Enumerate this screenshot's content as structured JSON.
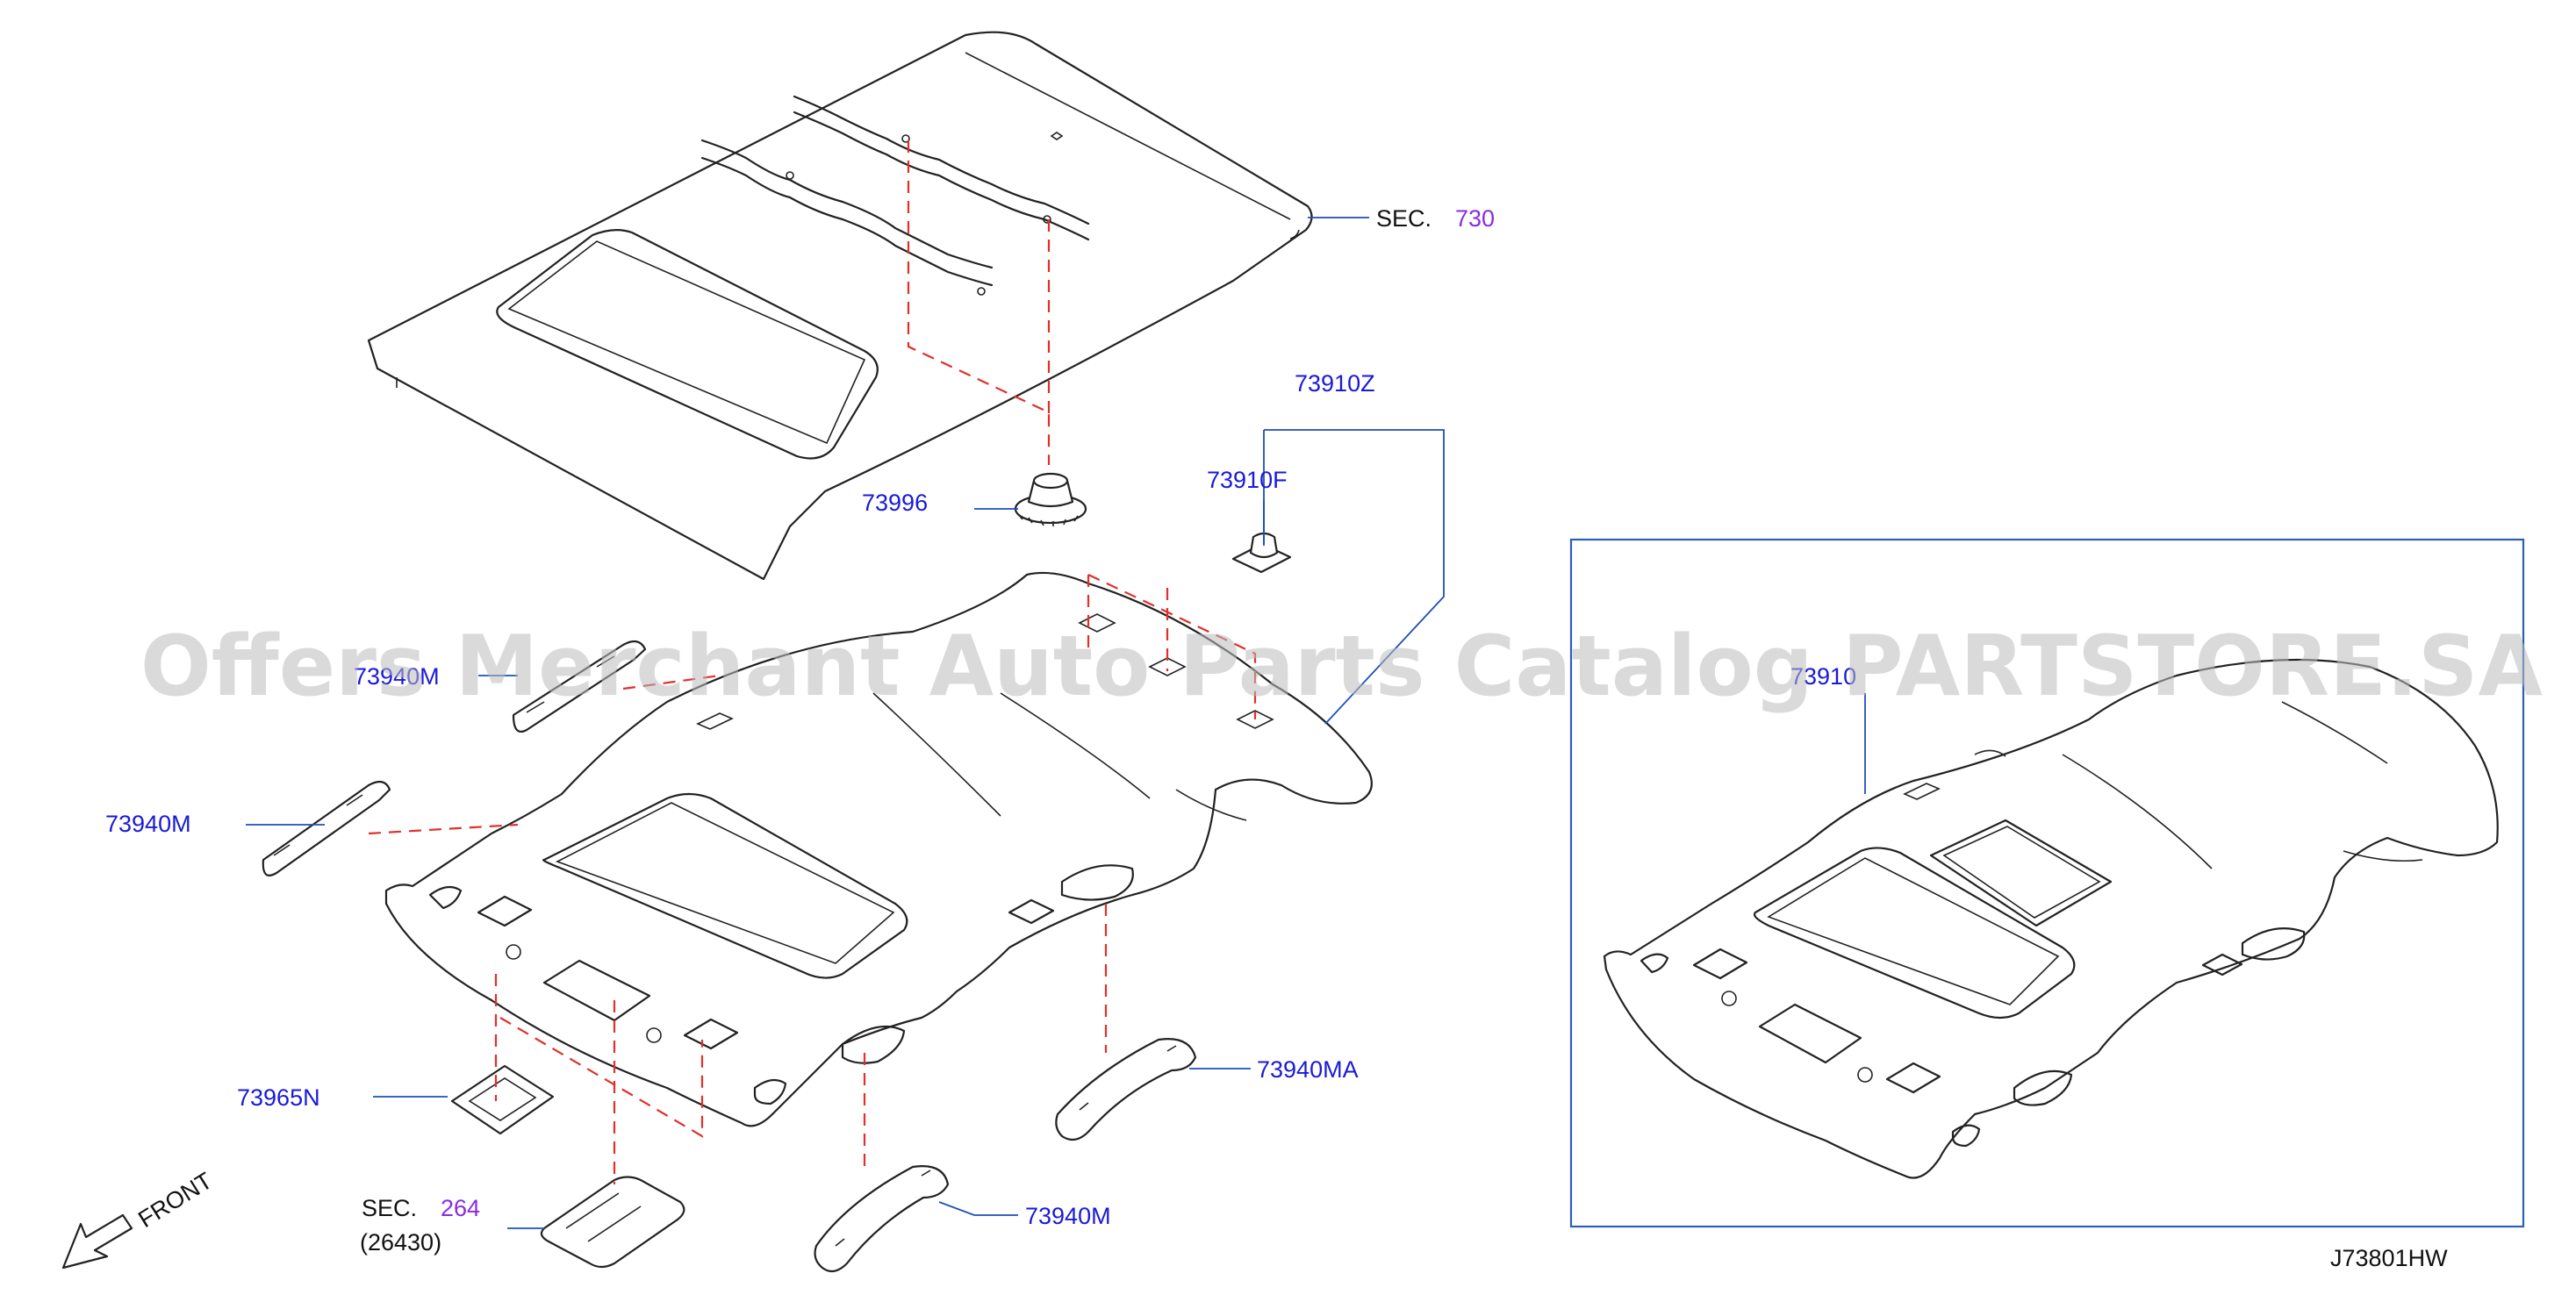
{
  "watermark": "Offers Merchant Auto Parts Catalog PARTSTORE.SA",
  "sections": {
    "roof": {
      "prefix": "SEC.",
      "number": "730"
    },
    "map_lamp": {
      "prefix": "SEC.",
      "number": "264",
      "sub": "(26430)"
    }
  },
  "labels": {
    "clip_group": "73910Z",
    "clip": "73910F",
    "fastener": "73996",
    "assist_grip_upper_left": "73940M",
    "assist_grip_left": "73940M",
    "sunvisor_holder_cover": "73965N",
    "assist_grip_right_front": "73940MA",
    "assist_grip_right_rear": "73940M",
    "headlining_alt": "73910"
  },
  "front_indicator": "FRONT",
  "diagram_code": "J73801HW",
  "colors": {
    "part_number": "#1a1ad8",
    "section_link": "#8a2be2",
    "leader": "#1f4fb4",
    "dashed_guide": "#e0302a",
    "outline": "#222222",
    "watermark": "#bdbdbd"
  }
}
